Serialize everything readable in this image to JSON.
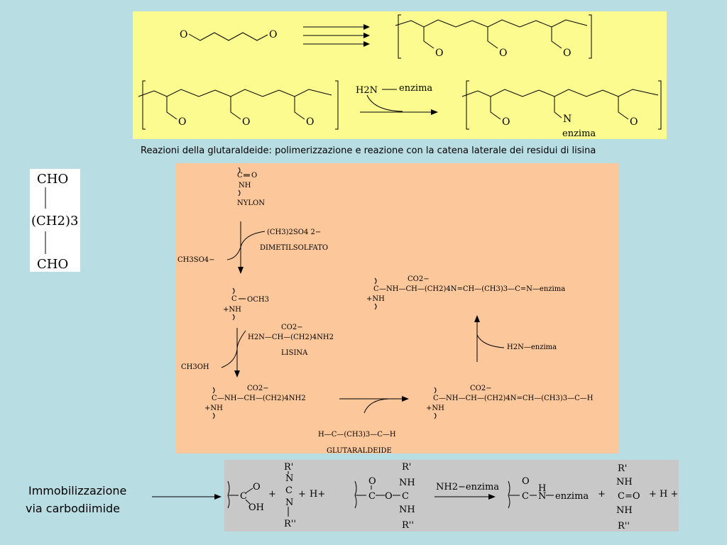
{
  "caption": "Reazioni della glutaraldeide: polimerizzazione e reazione con la catena laterale dei residui di lisina",
  "cho_panel": {
    "top": "CHO",
    "middle": "(CH2)3",
    "bottom": "CHO"
  },
  "yellow_panel": {
    "oxygen": "O",
    "nitrogen": "N",
    "amine": "H2N",
    "enzyme": "enzima"
  },
  "orange_panel": {
    "nylon": "NYLON",
    "dms_formula": "(CH3)2SO4 2−",
    "dms_name": "DIMETILSOLFATO",
    "ch3so4": "CH3SO4−",
    "och3": "OCH3",
    "nh_plus": "+NH",
    "lisina_formula": "H2N—CH—(CH2)4NH2",
    "lisina_name": "LISINA",
    "ch3oh": "CH3OH",
    "co2": "CO2−",
    "intermediate": "—NH—CH—(CH2)4NH2",
    "glutaraldeide_formula": "H—C—(CH3)3—C—H",
    "glutaraldeide_name": "GLUTARALDEIDE",
    "schiff": "—NH—CH—(CH2)4N=CH—(CH3)3—C—H",
    "enzyme_reagent": "H2N—enzima",
    "final_product": "—NH—CH—(CH2)4N=CH—(CH3)3—C=N—enzima"
  },
  "immobilization": {
    "line1": "Immobilizzazione",
    "line2": "via carbodiimide"
  },
  "gray_panel": {
    "cooh_o": "O",
    "cooh_oh": "OH",
    "r1": "R'",
    "r2": "R''",
    "plus": "+",
    "h_plus": "H+",
    "reagent": "NH2−enzima",
    "enzyme": "enzima",
    "final_h": "+ H +"
  }
}
